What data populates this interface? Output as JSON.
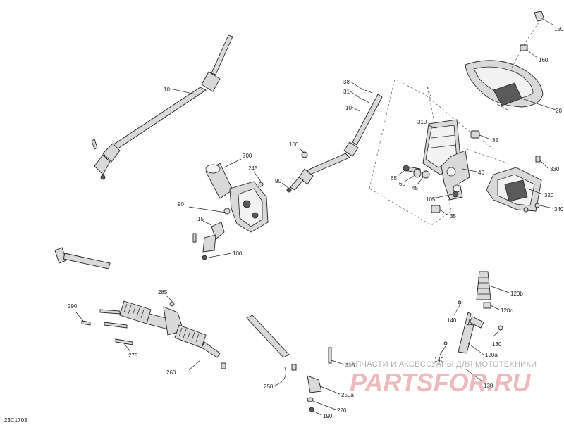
{
  "diagram_id": "23C1703",
  "labels": {
    "l10a": "10",
    "l10b": "10",
    "l15": "15",
    "l20": "20",
    "l30": "31",
    "l38": "38",
    "l35a": "35",
    "l35b": "35",
    "l40": "40",
    "l45": "45",
    "l60": "60",
    "l65": "65",
    "l90a": "90",
    "l90b": "90",
    "l100a": "100",
    "l100b": "100",
    "l105": "105",
    "l120a": "120a",
    "l120b": "120b",
    "l120c": "120c",
    "l130a": "130",
    "l130b": "130",
    "l140a": "140",
    "l140b": "140",
    "l150": "150",
    "l160": "160",
    "l190": "190",
    "l220": "220",
    "l245": "245",
    "l250": "250",
    "l250a": "250a",
    "l260": "260",
    "l275": "275",
    "l285": "285",
    "l290": "290",
    "l300": "300",
    "l310": "310",
    "l315": "315",
    "l320": "320",
    "l330": "330",
    "l340": "340"
  },
  "watermark": {
    "text": "ЗАПЧАСТИ И АКСЕССУАРЫ ДЛЯ МОТОТЕХНИКИ",
    "logo": "PARTSFOR.RU"
  }
}
